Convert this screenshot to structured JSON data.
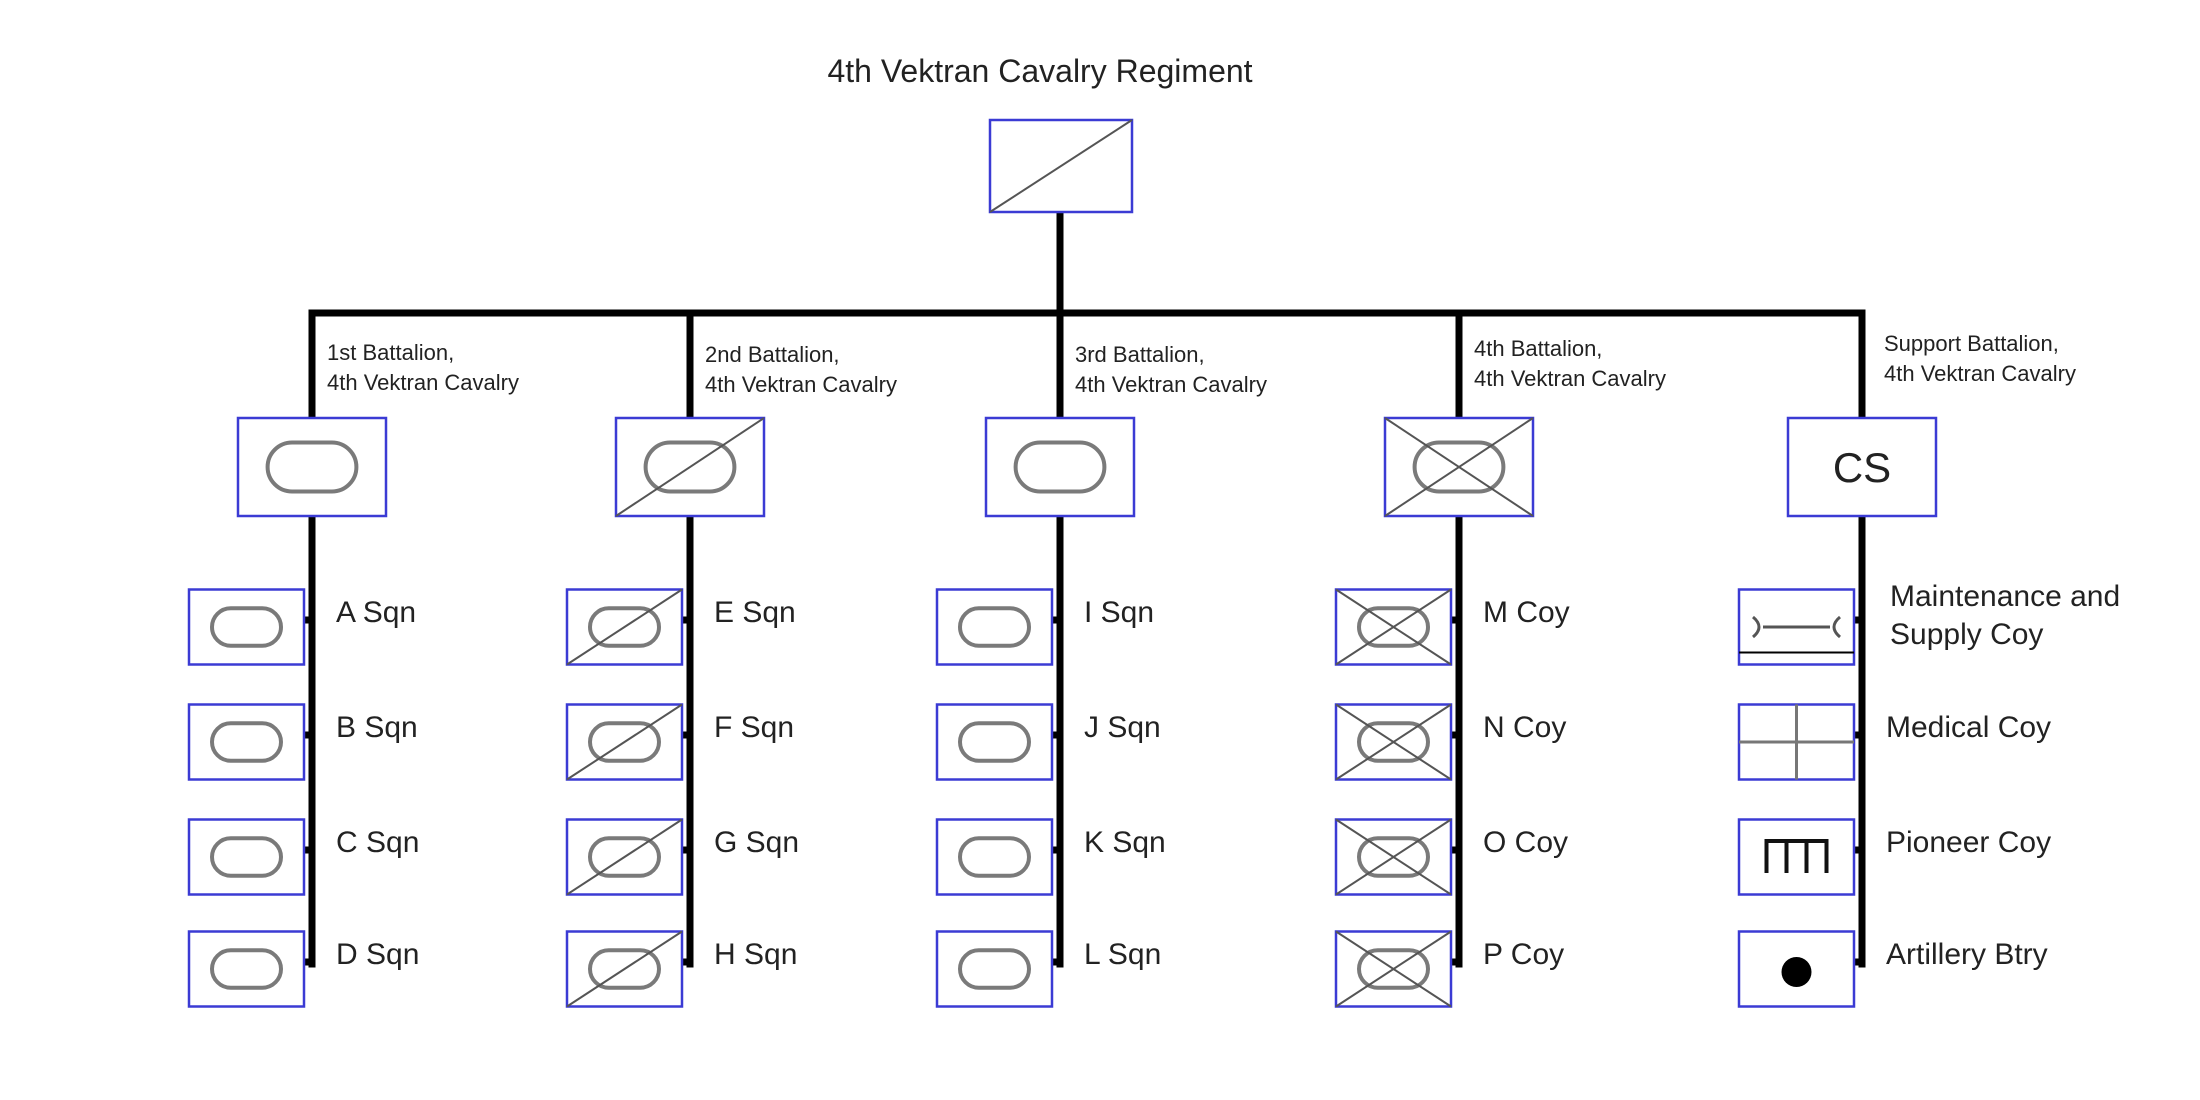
{
  "title": "4th Vektran Cavalry Regiment",
  "battalions": [
    {
      "label_line1": "1st Battalion,",
      "label_line2": "4th Vektran Cavalry",
      "symbol": "armored-cavalry",
      "subunits": [
        {
          "label": "A Sqn",
          "symbol": "armored-cavalry"
        },
        {
          "label": "B Sqn",
          "symbol": "armored-cavalry"
        },
        {
          "label": "C Sqn",
          "symbol": "armored-cavalry"
        },
        {
          "label": "D Sqn",
          "symbol": "armored-cavalry"
        }
      ]
    },
    {
      "label_line1": "2nd Battalion,",
      "label_line2": "4th Vektran Cavalry",
      "symbol": "armored-cavalry-reconnaissance",
      "subunits": [
        {
          "label": "E Sqn",
          "symbol": "armored-cavalry-reconnaissance"
        },
        {
          "label": "F Sqn",
          "symbol": "armored-cavalry-reconnaissance"
        },
        {
          "label": "G Sqn",
          "symbol": "armored-cavalry-reconnaissance"
        },
        {
          "label": "H Sqn",
          "symbol": "armored-cavalry-reconnaissance"
        }
      ]
    },
    {
      "label_line1": "3rd Battalion,",
      "label_line2": "4th Vektran Cavalry",
      "symbol": "armored-cavalry",
      "subunits": [
        {
          "label": "I Sqn",
          "symbol": "armored-cavalry"
        },
        {
          "label": "J Sqn",
          "symbol": "armored-cavalry"
        },
        {
          "label": "K Sqn",
          "symbol": "armored-cavalry"
        },
        {
          "label": "L Sqn",
          "symbol": "armored-cavalry"
        }
      ]
    },
    {
      "label_line1": "4th Battalion,",
      "label_line2": "4th Vektran Cavalry",
      "symbol": "mechanized-infantry",
      "subunits": [
        {
          "label": "M Coy",
          "symbol": "mechanized-infantry"
        },
        {
          "label": "N Coy",
          "symbol": "mechanized-infantry"
        },
        {
          "label": "O Coy",
          "symbol": "mechanized-infantry"
        },
        {
          "label": "P Coy",
          "symbol": "mechanized-infantry"
        }
      ]
    },
    {
      "label_line1": "Support Battalion,",
      "label_line2": "4th Vektran Cavalry",
      "symbol": "combat-support",
      "symbol_text": "CS",
      "subunits": [
        {
          "label_lines": [
            "Maintenance and",
            "Supply Coy"
          ],
          "symbol": "maintenance"
        },
        {
          "label": "Medical Coy",
          "symbol": "medical"
        },
        {
          "label": "Pioneer Coy",
          "symbol": "pioneer"
        },
        {
          "label": "Artillery Btry",
          "symbol": "artillery"
        }
      ]
    }
  ]
}
